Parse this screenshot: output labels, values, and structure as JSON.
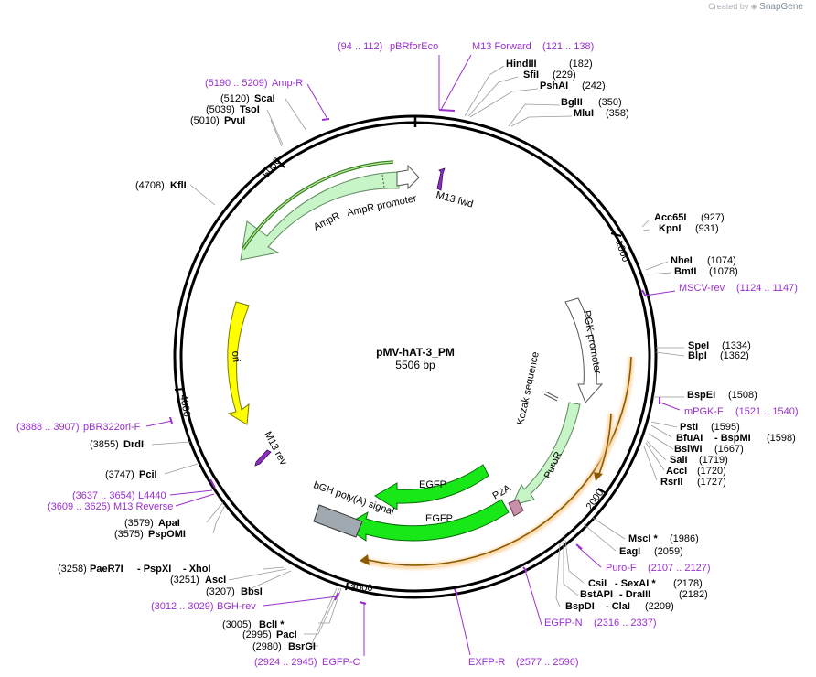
{
  "map": {
    "name": "pMV-hAT-3_PM",
    "length": "5506 bp",
    "credit_prefix": "Created by",
    "credit_brand": "SnapGene"
  },
  "ticks": [
    "1000",
    "2000",
    "3000",
    "4000",
    "5000"
  ],
  "enzymes": [
    {
      "name": "HindIII",
      "pos": "(182)"
    },
    {
      "name": "SfiI",
      "pos": "(229)"
    },
    {
      "name": "PshAI",
      "pos": "(242)"
    },
    {
      "name": "BglII",
      "pos": "(350)"
    },
    {
      "name": "MluI",
      "pos": "(358)"
    },
    {
      "name": "Acc65I",
      "pos": "(927)"
    },
    {
      "name": "KpnI",
      "pos": "(931)"
    },
    {
      "name": "NheI",
      "pos": "(1074)"
    },
    {
      "name": "BmtI",
      "pos": "(1078)"
    },
    {
      "name": "SpeI",
      "pos": "(1334)"
    },
    {
      "name": "BlpI",
      "pos": "(1362)"
    },
    {
      "name": "BspEI",
      "pos": "(1508)"
    },
    {
      "name": "PstI",
      "pos": "(1595)"
    },
    {
      "name": "BfuAI",
      "pos": ""
    },
    {
      "name": "- BspMI",
      "pos": "(1598)"
    },
    {
      "name": "BsiWI",
      "pos": "(1667)"
    },
    {
      "name": "SalI",
      "pos": "(1719)"
    },
    {
      "name": "AccI",
      "pos": "(1720)"
    },
    {
      "name": "RsrII",
      "pos": "(1727)"
    },
    {
      "name": "MscI *",
      "pos": "(1986)"
    },
    {
      "name": "EagI",
      "pos": "(2059)"
    },
    {
      "name": "CsiI",
      "pos": ""
    },
    {
      "name": "- SexAI *",
      "pos": "(2178)"
    },
    {
      "name": "BstAPI",
      "pos": ""
    },
    {
      "name": "- DraIII",
      "pos": "(2182)"
    },
    {
      "name": "BspDI",
      "pos": ""
    },
    {
      "name": "- ClaI",
      "pos": "(2209)"
    },
    {
      "name": "BclI *",
      "pos": "(3005)"
    },
    {
      "name": "PacI",
      "pos": "(2995)"
    },
    {
      "name": "BsrGI",
      "pos": "(2980)"
    },
    {
      "name": "BbsI",
      "pos": "(3207)"
    },
    {
      "name": "AscI",
      "pos": "(3251)"
    },
    {
      "name": "PaeR7I",
      "pos": "(3258)"
    },
    {
      "name": "- PspXI",
      "pos": ""
    },
    {
      "name": "- XhoI",
      "pos": ""
    },
    {
      "name": "PspOMI",
      "pos": "(3575)"
    },
    {
      "name": "ApaI",
      "pos": "(3579)"
    },
    {
      "name": "PciI",
      "pos": "(3747)"
    },
    {
      "name": "DrdI",
      "pos": "(3855)"
    },
    {
      "name": "KflI",
      "pos": "(4708)"
    },
    {
      "name": "PvuI",
      "pos": "(5010)"
    },
    {
      "name": "TsoI",
      "pos": "(5039)"
    },
    {
      "name": "ScaI",
      "pos": "(5120)"
    }
  ],
  "primers": [
    {
      "name": "pBRforEco",
      "range": "(94 .. 112)"
    },
    {
      "name": "M13 Forward",
      "range": "(121 .. 138)"
    },
    {
      "name": "MSCV-rev",
      "range": "(1124 .. 1147)"
    },
    {
      "name": "mPGK-F",
      "range": "(1521 .. 1540)"
    },
    {
      "name": "Puro-F",
      "range": "(2107 .. 2127)"
    },
    {
      "name": "EGFP-N",
      "range": "(2316 .. 2337)"
    },
    {
      "name": "EXFP-R",
      "range": "(2577 .. 2596)"
    },
    {
      "name": "EGFP-C",
      "range": "(2924 .. 2945)"
    },
    {
      "name": "BGH-rev",
      "range": "(3012 .. 3029)"
    },
    {
      "name": "L4440",
      "range": "(3637 .. 3654)"
    },
    {
      "name": "M13 Reverse",
      "range": "(3609 .. 3625)"
    },
    {
      "name": "pBR322ori-F",
      "range": "(3888 .. 3907)"
    },
    {
      "name": "Amp-R",
      "range": "(5190 .. 5209)"
    }
  ],
  "features": {
    "m13_fwd": "M13 fwd",
    "ampr": "AmpR",
    "ampr_promoter": "AmpR promoter",
    "ori": "ori",
    "m13_rev": "M13 rev",
    "pgk_promoter": "PGK promoter",
    "kozak": "Kozak sequence",
    "puror": "PuroR",
    "p2a": "P2A",
    "egfp1": "EGFP",
    "egfp2": "EGFP",
    "bgh": "bGH poly(A) signal"
  },
  "colors": {
    "enzyme": "#000000",
    "primer": "#9a2fd0",
    "ampr": "#c7f5c7",
    "ampr_dark": "#2e7d1a",
    "ori": "#ffff00",
    "egfp": "#18e818",
    "puror": "#c7f5c7",
    "p2a": "#c890a8",
    "bgh": "#a0a8b0",
    "orf": "#f5a623"
  }
}
